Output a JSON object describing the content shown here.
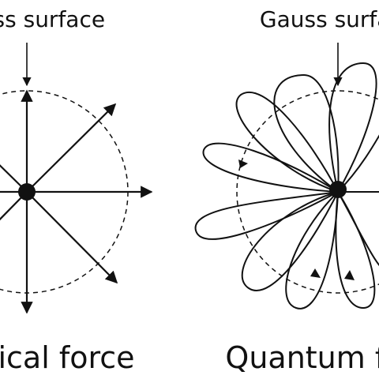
{
  "left_panel": {
    "label_top": "Gauss surface",
    "label_bottom": "Classical force"
  },
  "right_panel": {
    "label_top": "Gauss surface",
    "label_bottom": "Quantum force"
  },
  "colors": {
    "ink": "#111111",
    "background": "#ffffff"
  }
}
